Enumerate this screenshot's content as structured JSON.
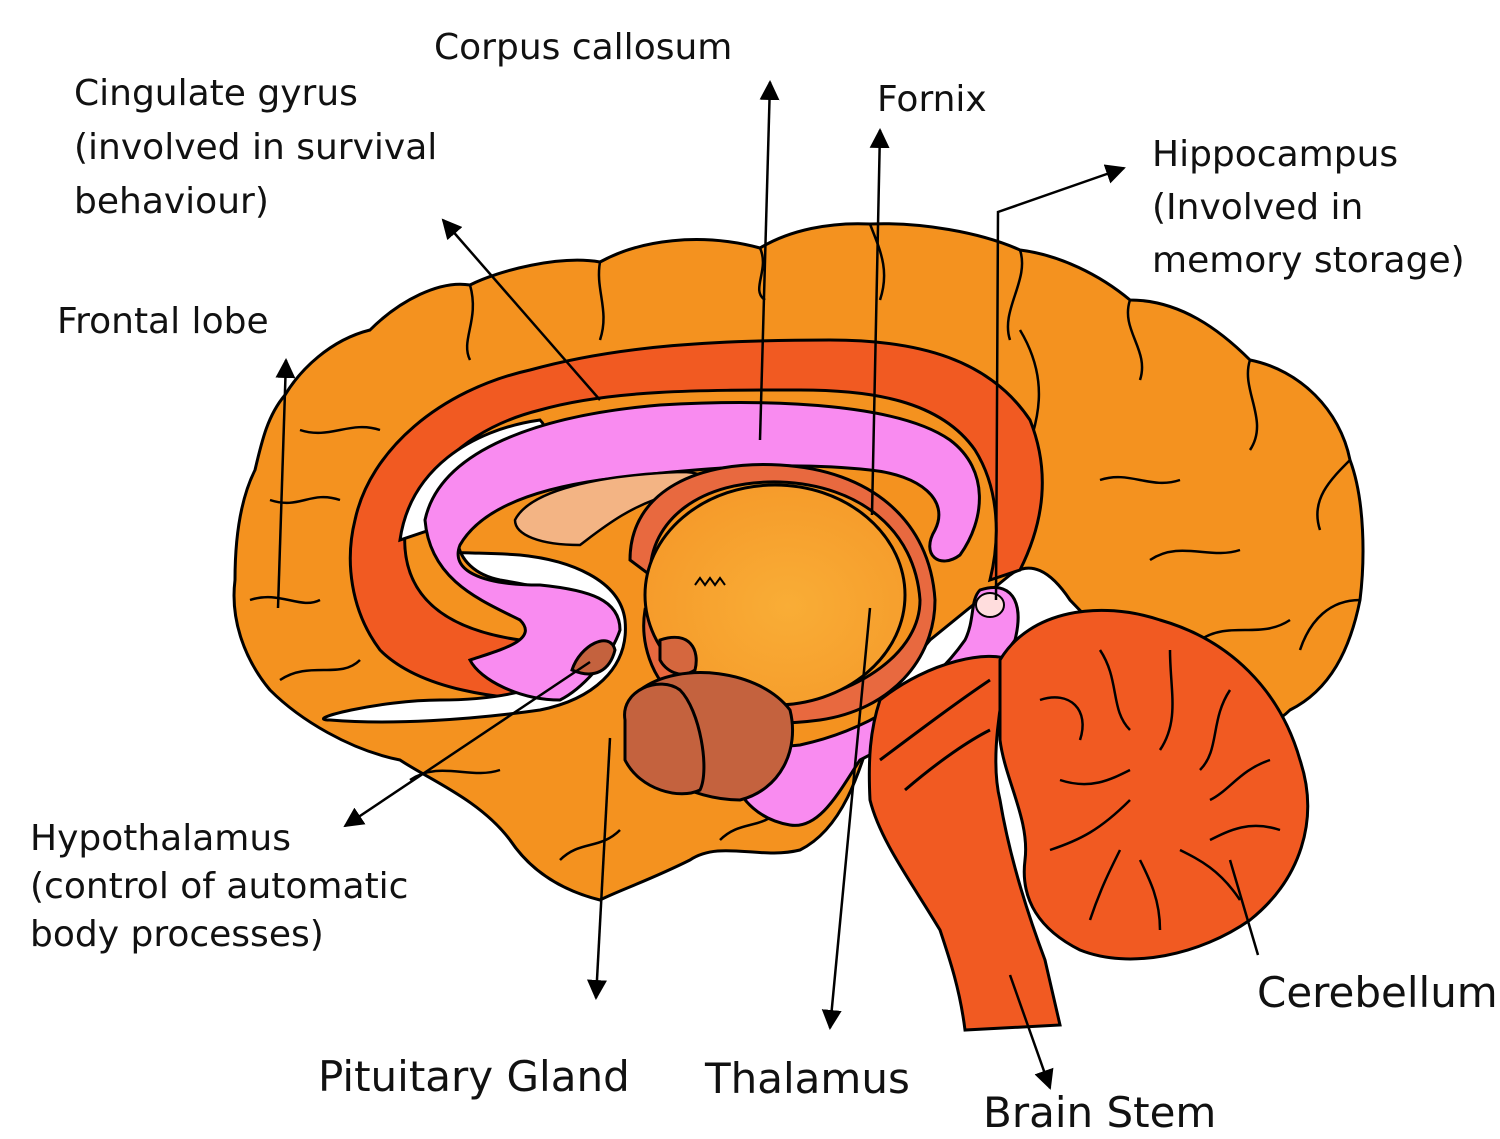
{
  "colors": {
    "cortex": "#f4921f",
    "cingulate": "#f15a22",
    "corpus_callosum": "#f98bf0",
    "thalamus_core": "#f7a83a",
    "fornix_ring": "#e8693f",
    "cerebellum": "#f15a22",
    "brain_stem": "#f15a22",
    "hypothalamus": "#d5673e",
    "pituitary": "#c4623e",
    "outline": "#000000",
    "ventricle": "#ffffff",
    "septum": "#f3b484"
  },
  "labels": {
    "corpus_callosum": "Corpus callosum",
    "cingulate": [
      "Cingulate gyrus",
      "(involved in survival",
      "behaviour)"
    ],
    "fornix": "Fornix",
    "hippocampus": [
      "Hippocampus",
      "(Involved in",
      "memory storage)"
    ],
    "frontal_lobe": "Frontal lobe",
    "hypothalamus": [
      "Hypothalamus",
      "(control of automatic",
      "body processes)"
    ],
    "pituitary": "Pituitary Gland",
    "thalamus": "Thalamus",
    "brain_stem": "Brain Stem",
    "cerebellum": "Cerebellum"
  }
}
